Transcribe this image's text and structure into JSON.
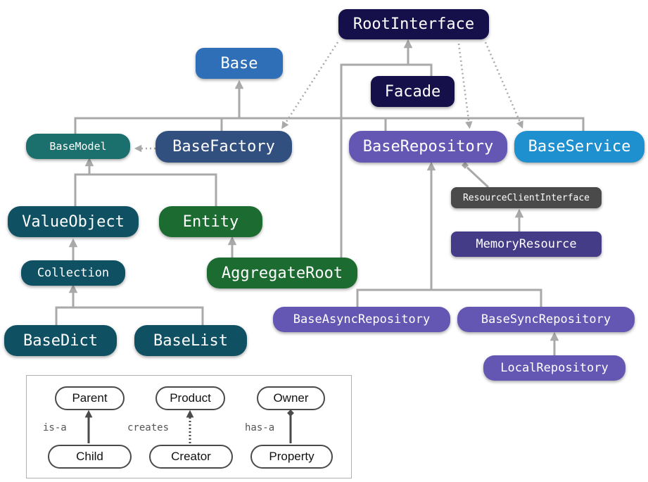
{
  "nodes": {
    "root_interface": {
      "label": "RootInterface",
      "color": "#15104a"
    },
    "base": {
      "label": "Base",
      "color": "#2f6fb7"
    },
    "facade": {
      "label": "Facade",
      "color": "#15104a"
    },
    "base_model": {
      "label": "BaseModel",
      "color": "#1b6f6c"
    },
    "base_factory": {
      "label": "BaseFactory",
      "color": "#32507f"
    },
    "base_repository": {
      "label": "BaseRepository",
      "color": "#6457b4"
    },
    "base_service": {
      "label": "BaseService",
      "color": "#1e8fcf"
    },
    "resource_client_interface": {
      "label": "ResourceClientInterface",
      "color": "#4a4a4a"
    },
    "memory_resource": {
      "label": "MemoryResource",
      "color": "#443c86"
    },
    "value_object": {
      "label": "ValueObject",
      "color": "#0f5163"
    },
    "entity": {
      "label": "Entity",
      "color": "#1c6b30"
    },
    "collection": {
      "label": "Collection",
      "color": "#0f5163"
    },
    "aggregate_root": {
      "label": "AggregateRoot",
      "color": "#1c6b30"
    },
    "base_dict": {
      "label": "BaseDict",
      "color": "#0f5163"
    },
    "base_list": {
      "label": "BaseList",
      "color": "#0f5163"
    },
    "base_async_repository": {
      "label": "BaseAsyncRepository",
      "color": "#6457b4"
    },
    "base_sync_repository": {
      "label": "BaseSyncRepository",
      "color": "#6457b4"
    },
    "local_repository": {
      "label": "LocalRepository",
      "color": "#6457b4"
    }
  },
  "legend": {
    "parent": "Parent",
    "child": "Child",
    "is_a": "is-a",
    "product": "Product",
    "creator": "Creator",
    "creates": "creates",
    "owner": "Owner",
    "property": "Property",
    "has_a": "has-a"
  },
  "colors": {
    "edge": "#a9a9a9",
    "legend_edge": "#4a4a4a"
  }
}
